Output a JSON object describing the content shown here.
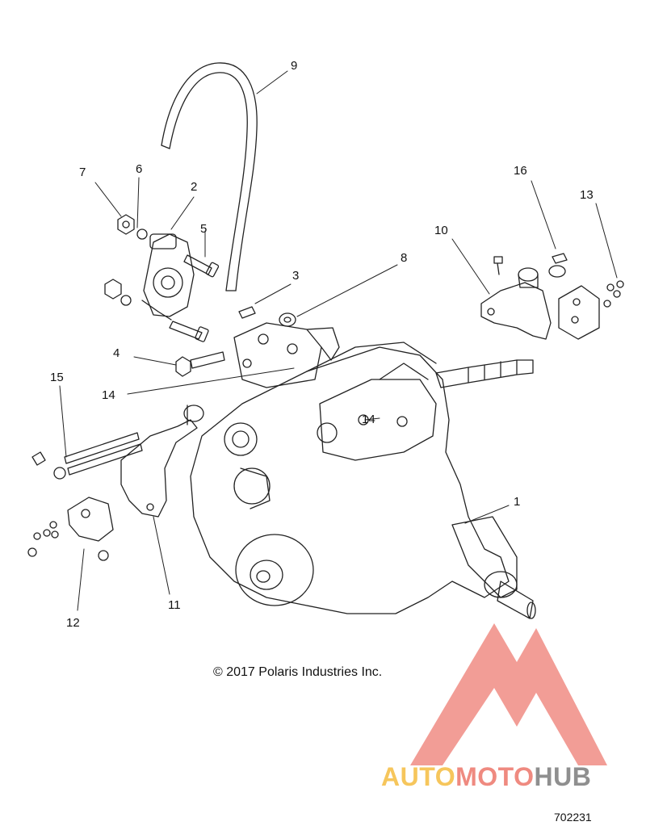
{
  "callouts": [
    {
      "id": "c1",
      "text": "1"
    },
    {
      "id": "c2",
      "text": "2"
    },
    {
      "id": "c3",
      "text": "3"
    },
    {
      "id": "c4",
      "text": "4"
    },
    {
      "id": "c5",
      "text": "5"
    },
    {
      "id": "c6",
      "text": "6"
    },
    {
      "id": "c7",
      "text": "7"
    },
    {
      "id": "c8",
      "text": "8"
    },
    {
      "id": "c9",
      "text": "9"
    },
    {
      "id": "c10",
      "text": "10"
    },
    {
      "id": "c11",
      "text": "11"
    },
    {
      "id": "c12",
      "text": "12"
    },
    {
      "id": "c13",
      "text": "13"
    },
    {
      "id": "c14a",
      "text": "14"
    },
    {
      "id": "c14b",
      "text": "14"
    },
    {
      "id": "c15",
      "text": "15"
    },
    {
      "id": "c16",
      "text": "16"
    }
  ],
  "copyright": "© 2017 Polaris Industries Inc.",
  "figure_number": "702231",
  "watermark": {
    "part1": "AUTO",
    "part2": "MOTO",
    "part3": "HUB",
    "colors": {
      "auto": "#f6c65c",
      "moto": "#ef8a80",
      "hub": "#8f8f8f",
      "logo": "#f08c84"
    }
  }
}
